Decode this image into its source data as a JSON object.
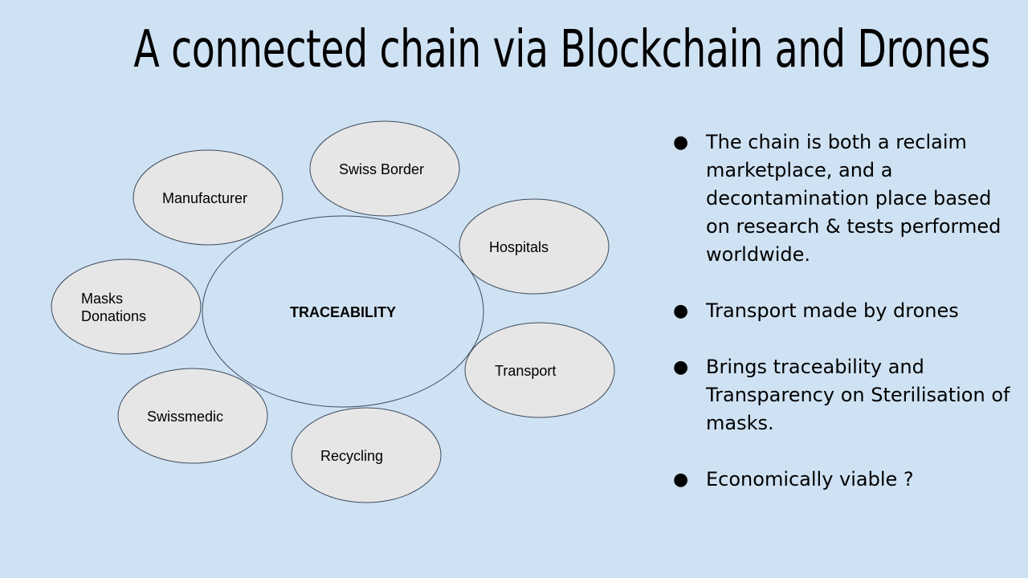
{
  "title": "A connected chain via Blockchain and Drones",
  "diagram": {
    "center": "TRACEABILITY",
    "nodes": [
      "Manufacturer",
      "Swiss Border",
      "Hospitals",
      "Masks",
      "Donations",
      "Transport",
      "Swissmedic",
      "Recycling"
    ]
  },
  "bullets": [
    "The chain is both a reclaim marketplace, and a decontamination place based on research & tests performed worldwide.",
    "Transport made by drones",
    "Brings traceability and Transparency on Sterilisation of masks.",
    "Economically viable ?"
  ],
  "bullet_glyph": "●",
  "colors": {
    "background": "#cfe2f3",
    "node_fill": "#e6e6e6",
    "stroke": "#3c4a5c"
  }
}
